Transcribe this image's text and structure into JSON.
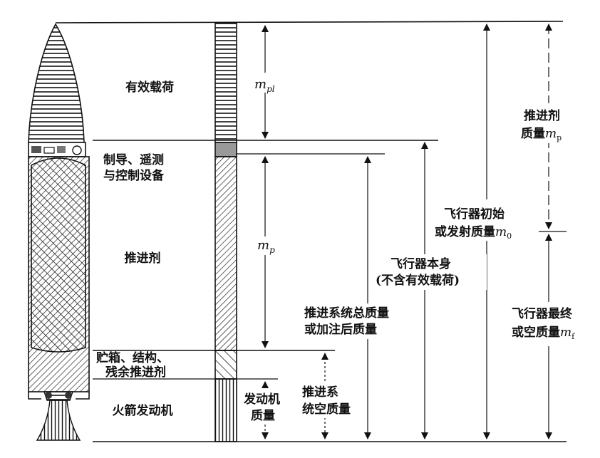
{
  "sections": {
    "payload": "有效载荷",
    "guidance_line1": "制导、遥测",
    "guidance_line2": "与控制设备",
    "propellant": "推进剂",
    "tanks_line1": "贮箱、结构、",
    "tanks_line2": "残余推进剂",
    "engine": "火箭发动机"
  },
  "dimensions": {
    "payload_mass_base": "m",
    "payload_mass_sub": "pl",
    "propellant_mass_base": "m",
    "propellant_mass_sub": "p",
    "engine_mass_line1": "发动机",
    "engine_mass_line2": "质量",
    "prop_empty_line1": "推进系",
    "prop_empty_line2": "统空质量",
    "prop_total_line1": "推进系统总质量",
    "prop_total_line2": "或加注后质量",
    "vehicle_line1": "飞行器本身",
    "vehicle_line2": "(不含有效载荷)",
    "initial_line1": "飞行器初始",
    "initial_line2_text": "或发射质量",
    "initial_sym_base": "m",
    "initial_sym_sub": "0",
    "prop_mass_line1": "推进剂",
    "prop_mass_line2_text": "质量",
    "prop_mass_sym_base": "m",
    "prop_mass_sym_sub": "p",
    "final_line1": "飞行器最终",
    "final_line2_text": "或空质量",
    "final_sym_base": "m",
    "final_sym_sub": "f"
  }
}
